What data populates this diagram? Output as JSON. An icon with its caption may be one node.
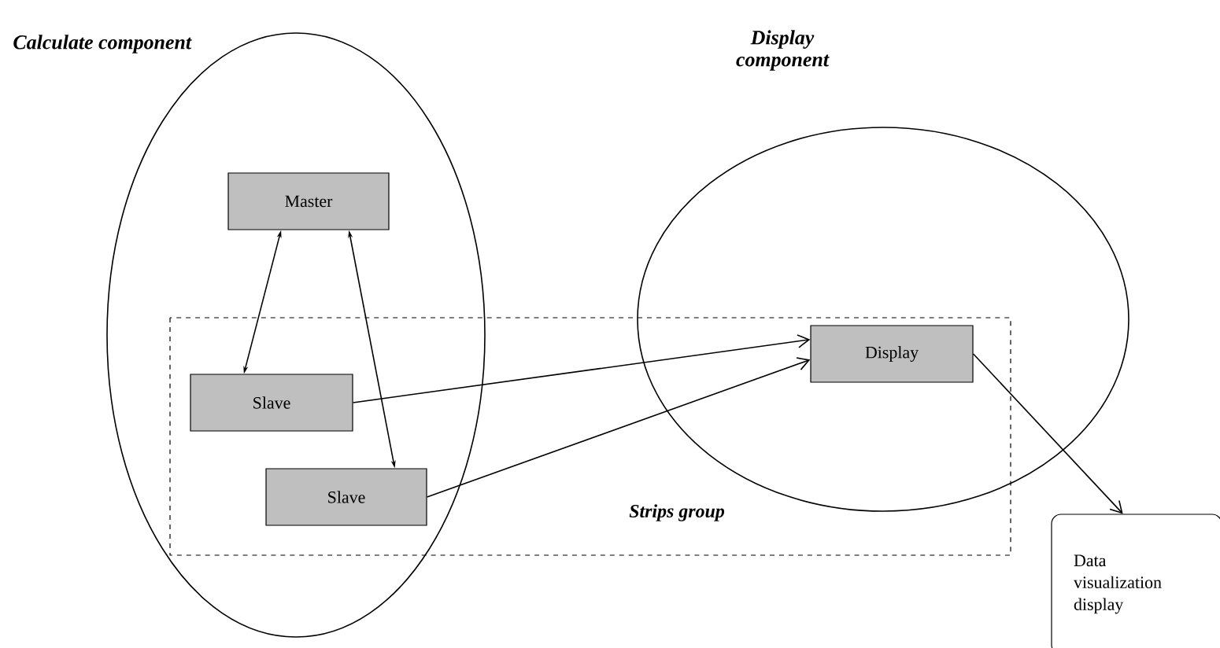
{
  "diagram": {
    "nodes": [
      {
        "text": [
          "Calculate component"
        ]
      },
      {
        "text": [
          "Master"
        ],
        "in": 0
      },
      {
        "text": [
          "Slave"
        ],
        "in": 0
      },
      {
        "text": [
          "Slave"
        ],
        "in": 0
      },
      {
        "text": [
          "Display component"
        ]
      },
      {
        "text": [
          "Display"
        ],
        "in": 4
      },
      {
        "text": [
          "Data visualization display"
        ]
      }
    ],
    "edges": [
      {
        "from": 1,
        "to": 2,
        "arrow": "both"
      },
      {
        "from": 1,
        "to": 3,
        "arrow": "both"
      },
      {
        "from": 2,
        "to": 5,
        "arrow": "to"
      },
      {
        "from": 3,
        "to": 5,
        "arrow": "to"
      },
      {
        "from": 5,
        "to": 6,
        "arrow": "to"
      }
    ],
    "labels": [
      "Strips group"
    ]
  }
}
